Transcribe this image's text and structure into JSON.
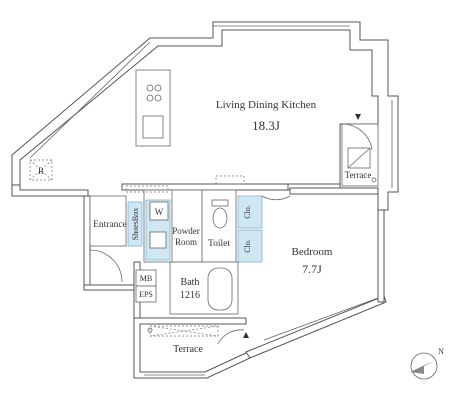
{
  "rooms": {
    "ldk": {
      "label": "Living Dining Kitchen",
      "area": "18.3J"
    },
    "bedroom": {
      "label": "Bedroom",
      "area": "7.7J"
    },
    "entrance": {
      "label": "Entrance"
    },
    "shoes_box": {
      "label": "ShoesBox"
    },
    "washer": {
      "label": "W"
    },
    "powder_room": {
      "label_line1": "Powder",
      "label_line2": "Room"
    },
    "toilet": {
      "label": "Toilet"
    },
    "closet_1": {
      "label": "Clo."
    },
    "closet_2": {
      "label": "Clo."
    },
    "bath": {
      "label": "Bath",
      "size": "1216"
    },
    "mb": {
      "label": "MB"
    },
    "eps": {
      "label": "EPS"
    },
    "terrace_top": {
      "label": "Terrace"
    },
    "terrace_bottom": {
      "label": "Terrace"
    },
    "refrigerator": {
      "label": "R"
    }
  },
  "compass": {
    "label": "N",
    "icon": "north-arrow-icon"
  },
  "colors": {
    "closet_fill": "#cfe6f3",
    "wall": "#555555",
    "background": "#ffffff"
  }
}
